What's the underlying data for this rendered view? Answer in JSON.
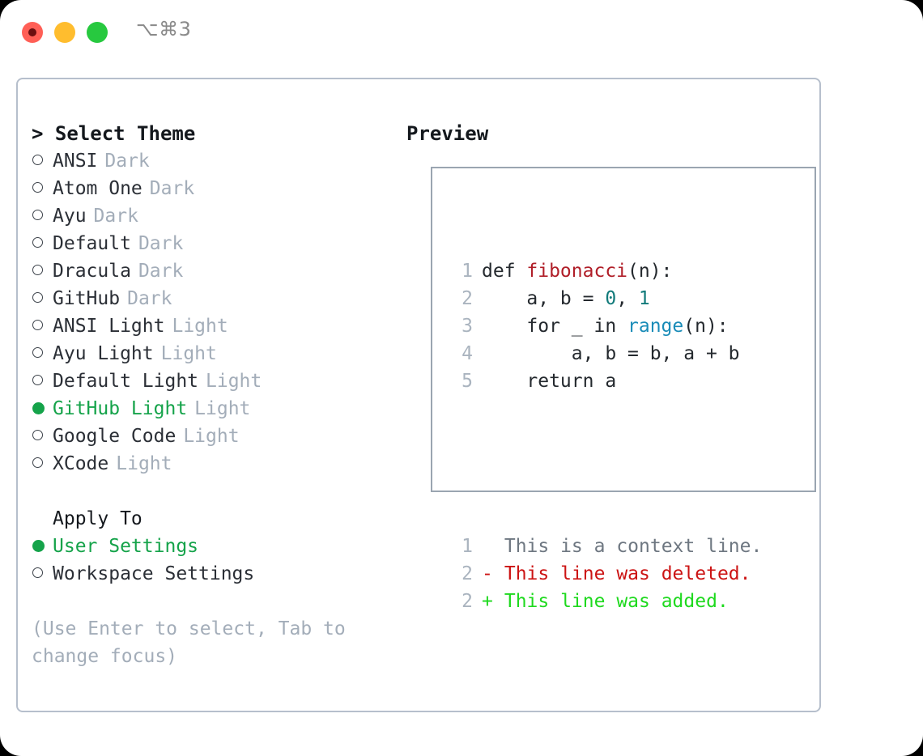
{
  "titlebar": {
    "shortcut": "⌥⌘3",
    "buttons": [
      "close",
      "minimize",
      "maximize"
    ]
  },
  "theme_panel": {
    "header": "> Select Theme",
    "items": [
      {
        "name": "ANSI",
        "variant": "Dark",
        "selected": false
      },
      {
        "name": "Atom One",
        "variant": "Dark",
        "selected": false
      },
      {
        "name": "Ayu",
        "variant": "Dark",
        "selected": false
      },
      {
        "name": "Default",
        "variant": "Dark",
        "selected": false
      },
      {
        "name": "Dracula",
        "variant": "Dark",
        "selected": false
      },
      {
        "name": "GitHub",
        "variant": "Dark",
        "selected": false
      },
      {
        "name": "ANSI Light",
        "variant": "Light",
        "selected": false
      },
      {
        "name": "Ayu Light",
        "variant": "Light",
        "selected": false
      },
      {
        "name": "Default Light",
        "variant": "Light",
        "selected": false
      },
      {
        "name": "GitHub Light",
        "variant": "Light",
        "selected": true
      },
      {
        "name": "Google Code",
        "variant": "Light",
        "selected": false
      },
      {
        "name": "XCode",
        "variant": "Light",
        "selected": false
      }
    ]
  },
  "apply_to": {
    "label": "Apply To",
    "options": [
      {
        "name": "User Settings",
        "selected": true
      },
      {
        "name": "Workspace Settings",
        "selected": false
      }
    ]
  },
  "hint": "(Use Enter to select, Tab to change focus)",
  "preview": {
    "header": "Preview",
    "code_lines": [
      {
        "num": "1",
        "tokens": [
          {
            "t": "def ",
            "c": "plain"
          },
          {
            "t": "fibonacci",
            "c": "fn"
          },
          {
            "t": "(n):",
            "c": "plain"
          }
        ]
      },
      {
        "num": "2",
        "tokens": [
          {
            "t": "    a, b = ",
            "c": "plain"
          },
          {
            "t": "0",
            "c": "num"
          },
          {
            "t": ", ",
            "c": "plain"
          },
          {
            "t": "1",
            "c": "num"
          }
        ]
      },
      {
        "num": "3",
        "tokens": [
          {
            "t": "    for _ in ",
            "c": "plain"
          },
          {
            "t": "range",
            "c": "call"
          },
          {
            "t": "(n):",
            "c": "plain"
          }
        ]
      },
      {
        "num": "4",
        "tokens": [
          {
            "t": "        a, b = b, a + b",
            "c": "plain"
          }
        ]
      },
      {
        "num": "5",
        "tokens": [
          {
            "t": "    return a",
            "c": "plain"
          }
        ]
      }
    ],
    "diff_lines": [
      {
        "num": "1",
        "mark": " ",
        "text": " This is a context line.",
        "kind": "ctx"
      },
      {
        "num": "2",
        "mark": "-",
        "text": " This line was deleted.",
        "kind": "del"
      },
      {
        "num": "2",
        "mark": "+",
        "text": " This line was added.",
        "kind": "add"
      }
    ]
  },
  "colors": {
    "selected_green": "#15a34a",
    "variant_gray": "#a3adb9",
    "diff_deleted": "#cc1414",
    "diff_added": "#1ed91e",
    "syntax_function": "#b01e28",
    "syntax_number": "#117a7a",
    "syntax_call": "#1a8cb8"
  }
}
